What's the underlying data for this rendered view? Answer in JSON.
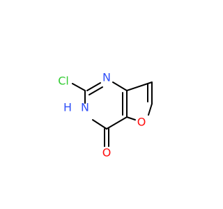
{
  "atoms": {
    "cl": {
      "label": "Cl",
      "color": "#33cc33"
    },
    "n1": {
      "label": "N",
      "color": "#3050f8"
    },
    "nh": {
      "label": "N",
      "color": "#3050f8"
    },
    "h": {
      "label": "H",
      "color": "#3050f8"
    },
    "o_ring": {
      "label": "O",
      "color": "#ff0d0d"
    },
    "o_carbonyl": {
      "label": "O",
      "color": "#ff0d0d"
    }
  },
  "colors": {
    "bond": "#000000",
    "background": "#ffffff"
  }
}
